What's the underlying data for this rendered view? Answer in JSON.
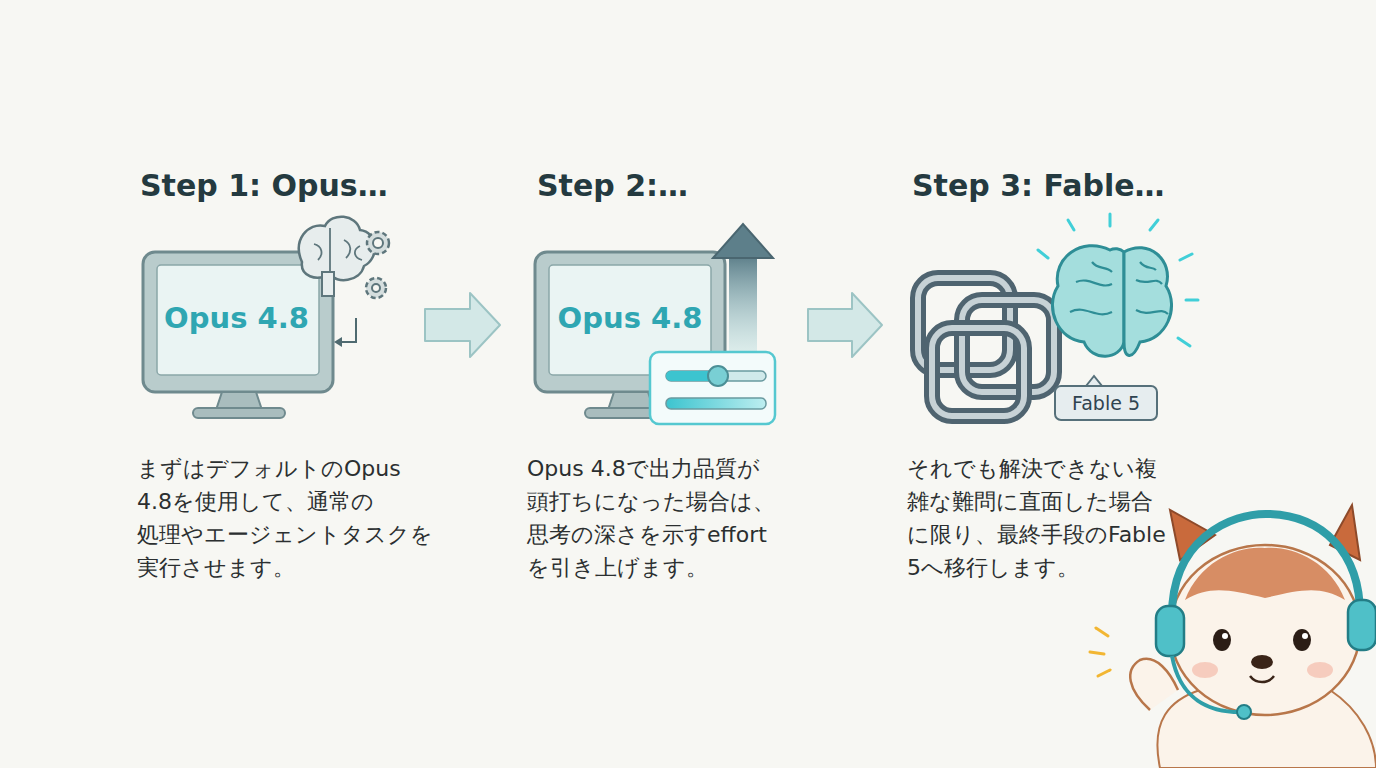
{
  "diagram": {
    "nodes": [
      {
        "text": [
          "Step 1: Opus…",
          "Opus 4.8",
          "まずはデフォルトのOpus 4.8を使用して、通常の 処理やエージェントタスクを 実行させます。"
        ]
      },
      {
        "text": [
          "Step 2:…",
          "Opus 4.8",
          "Opus 4.8で出力品質が 頭打ちになった場合は、 思考の深さを示すeffort を引き上げます。"
        ]
      },
      {
        "text": [
          "Step 3: Fable…",
          "Fable 5",
          "それでも解決できない複 雑な難問に直面した場合 に限り、最終手段のFable 5へ移行します。"
        ]
      }
    ],
    "edges": [
      {
        "from": 0,
        "to": 1,
        "arrow": "to"
      },
      {
        "from": 1,
        "to": 2,
        "arrow": "to"
      }
    ]
  }
}
